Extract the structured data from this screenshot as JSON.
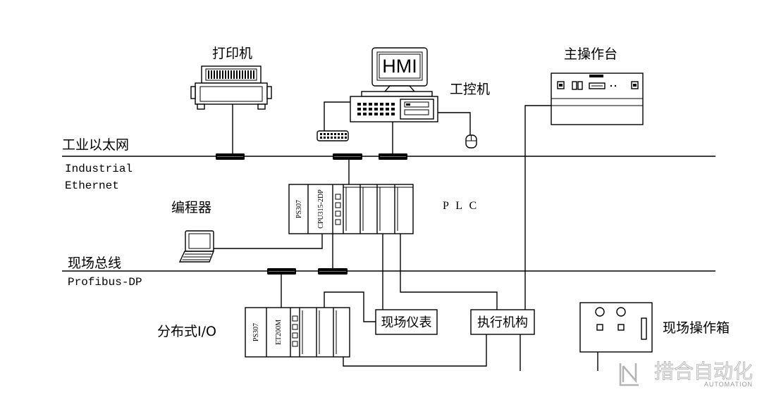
{
  "diagram": {
    "networks": {
      "industrial_ethernet": {
        "label_cn": "工业以太网",
        "label_en": [
          "Industrial",
          "Ethernet"
        ]
      },
      "fieldbus": {
        "label_cn": "现场总线",
        "label_en": "Profibus-DP"
      }
    },
    "devices": {
      "printer": {
        "label": "打印机",
        "icon": "printer-icon"
      },
      "industrial_pc": {
        "label": "工控机",
        "screen_text": "HMI",
        "icon": "desktop-computer-icon"
      },
      "main_console": {
        "label": "主操作台",
        "icon": "operator-console-icon"
      },
      "programmer": {
        "label": "编程器",
        "icon": "laptop-icon"
      },
      "plc": {
        "label": "P L C",
        "modules": [
          "PS307",
          "CPU315-2DP"
        ],
        "icon": "plc-rack-icon"
      },
      "distributed_io": {
        "label": "分布式I/O",
        "modules": [
          "PS307",
          "ET200M"
        ],
        "icon": "io-rack-icon"
      },
      "field_instruments": {
        "label": "现场仪表"
      },
      "actuators": {
        "label": "执行机构"
      },
      "field_operation_box": {
        "label": "现场操作箱",
        "icon": "control-box-icon"
      }
    }
  },
  "watermark": {
    "brand": "措合自动化",
    "tagline": "AUTOMATION"
  },
  "colors": {
    "line": "#000000",
    "background": "#ffffff",
    "watermark": "#b4b4b4"
  }
}
